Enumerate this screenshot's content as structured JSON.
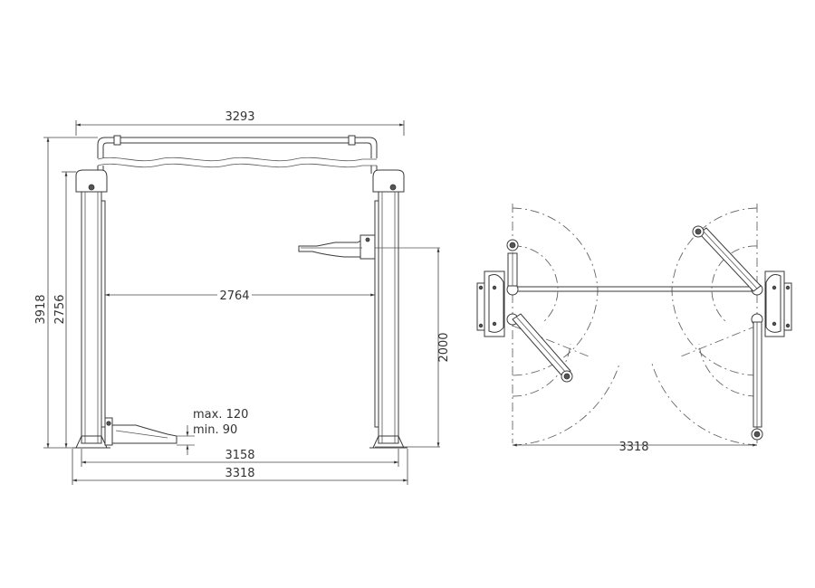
{
  "front_view": {
    "overall_width_top": "3293",
    "total_height": "3918",
    "column_height": "2756",
    "inner_width": "2764",
    "lift_height": "2000",
    "pad_height_max": "max. 120",
    "pad_height_min": "min. 90",
    "base_width_inner": "3158",
    "base_width_outer": "3318"
  },
  "top_view": {
    "overall_width": "3318"
  }
}
